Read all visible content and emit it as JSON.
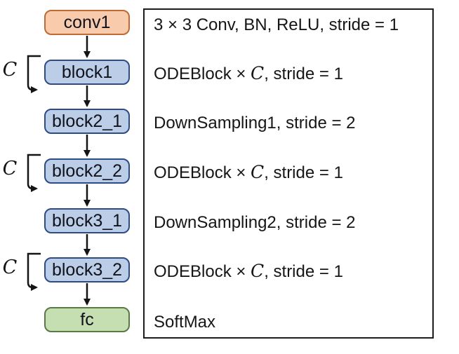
{
  "flow": {
    "nodes": [
      {
        "id": "conv1",
        "label": "conv1",
        "type": "conv"
      },
      {
        "id": "block1",
        "label": "block1",
        "type": "ode"
      },
      {
        "id": "block2_1",
        "label": "block2_1",
        "type": "ode"
      },
      {
        "id": "block2_2",
        "label": "block2_2",
        "type": "ode"
      },
      {
        "id": "block3_1",
        "label": "block3_1",
        "type": "ode"
      },
      {
        "id": "block3_2",
        "label": "block3_2",
        "type": "ode"
      },
      {
        "id": "fc",
        "label": "fc",
        "type": "fc"
      }
    ],
    "repeat_label": "C",
    "colors": {
      "conv_fill": "#F8CBAD",
      "conv_border": "#BE6A32",
      "ode_fill": "#BCCDE8",
      "ode_border": "#2C4C86",
      "fc_fill": "#C5DFB3",
      "fc_border": "#5A7A45",
      "connector": "#141414"
    }
  },
  "legend": {
    "rows": [
      {
        "prefix": "3 × 3 Conv, BN, ReLU, stride = 1",
        "var": "",
        "suffix": ""
      },
      {
        "prefix": "ODEBlock × ",
        "var": "C",
        "suffix": ", stride = 1"
      },
      {
        "prefix": "DownSampling1, stride = 2",
        "var": "",
        "suffix": ""
      },
      {
        "prefix": "ODEBlock × ",
        "var": "C",
        "suffix": ", stride = 1"
      },
      {
        "prefix": "DownSampling2, stride = 2",
        "var": "",
        "suffix": ""
      },
      {
        "prefix": "ODEBlock × ",
        "var": "C",
        "suffix": ", stride = 1"
      },
      {
        "prefix": "SoftMax",
        "var": "",
        "suffix": ""
      }
    ]
  }
}
